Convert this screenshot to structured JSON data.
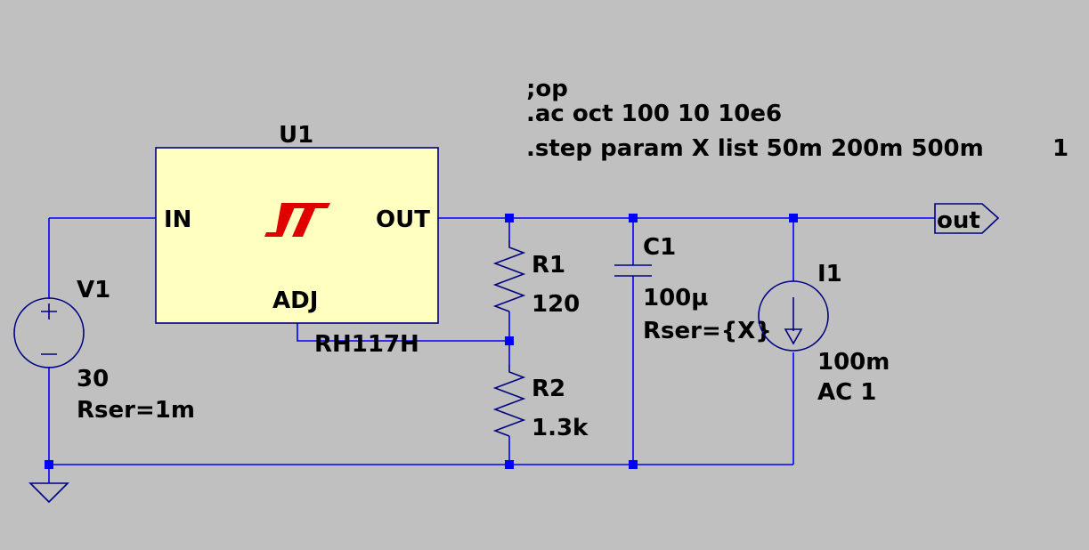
{
  "directives": {
    "op": ";op",
    "ac": ".ac oct 100 10 10e6",
    "step": ".step param X list 50m 200m 500m",
    "aside": "1"
  },
  "u1": {
    "ref": "U1",
    "part": "RH117H",
    "pin_in": "IN",
    "pin_out": "OUT",
    "pin_adj": "ADJ",
    "logo_icon": "linear-technology-logo-icon"
  },
  "v1": {
    "ref": "V1",
    "value": "30",
    "rser": "Rser=1m"
  },
  "r1": {
    "ref": "R1",
    "value": "120"
  },
  "r2": {
    "ref": "R2",
    "value": "1.3k"
  },
  "c1": {
    "ref": "C1",
    "value": "100µ",
    "rser": "Rser={X}"
  },
  "i1": {
    "ref": "I1",
    "value": "100m",
    "ac": "AC 1"
  },
  "net_out": {
    "label": "out"
  },
  "colors": {
    "background": "#c0c0c0",
    "wire": "#0000ff",
    "component": "#000080",
    "ic_fill": "#ffffc0",
    "logo": "#e00000"
  }
}
